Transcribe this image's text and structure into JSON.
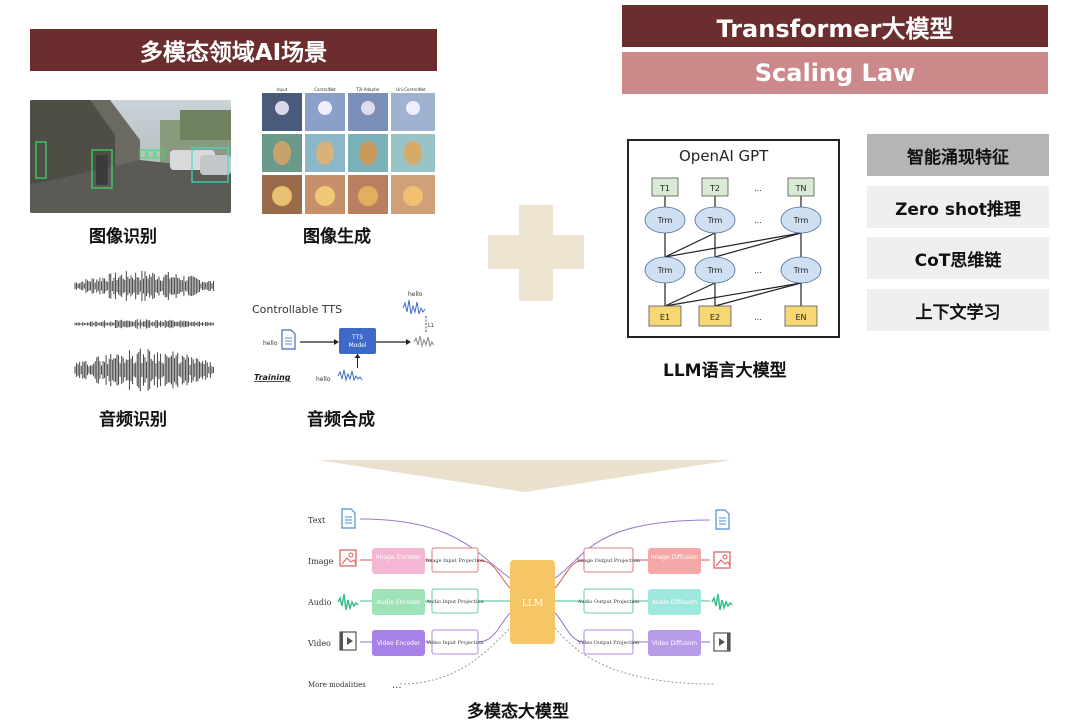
{
  "left_header": "多模态领域AI场景",
  "right_header": {
    "title": "Transformer大模型",
    "subtitle": "Scaling Law"
  },
  "scenes": {
    "image_recognition": "图像识别",
    "image_generation": "图像生成",
    "audio_recognition": "音频识别",
    "audio_synthesis": "音频合成"
  },
  "image_gen_columns": [
    "Input",
    "ControlNet",
    "T2I-Adapter",
    "Uni-ControlNet"
  ],
  "tts": {
    "title": "Controllable TTS",
    "input_word": "hello",
    "model_label": [
      "TTS",
      "Model"
    ],
    "loss": "L1",
    "output_word": "hello",
    "training_label": "Training",
    "train_word": "hello"
  },
  "gpt": {
    "title": "OpenAI GPT",
    "top_tokens": [
      "T1",
      "T2",
      "...",
      "TN"
    ],
    "trm": "Trm",
    "ellipsis": "...",
    "embeddings": [
      "E1",
      "E2",
      "...",
      "EN"
    ]
  },
  "llm_caption": "LLM语言大模型",
  "features": [
    "智能涌现特征",
    "Zero shot推理",
    "CoT思维链",
    "上下文学习"
  ],
  "mm": {
    "rows": [
      "Text",
      "Image",
      "Audio",
      "Video",
      "More modalities"
    ],
    "encoders": [
      "Image Encoder",
      "Audio Encoder",
      "Video Encoder"
    ],
    "input_proj": [
      "Image Input Projection",
      "Audio Input Projection",
      "Video Input Projection"
    ],
    "llm": "LLM",
    "output_proj": [
      "Image Output Projection",
      "Audio Output Projection",
      "Video Output Projection"
    ],
    "decoders": [
      "Image Diffusion",
      "Audio Diffusion",
      "Video Diffusion"
    ],
    "dots": "..."
  },
  "mm_caption": "多模态大模型",
  "colors": {
    "dark_red": "#6b2d2d",
    "light_red": "#cc8989",
    "feature_bg1": "#b5b5b5",
    "feature_bg": "#efefef",
    "plus": "#eee4d2",
    "funnel": "#eae0cd",
    "llm_box": "#f6c566"
  }
}
